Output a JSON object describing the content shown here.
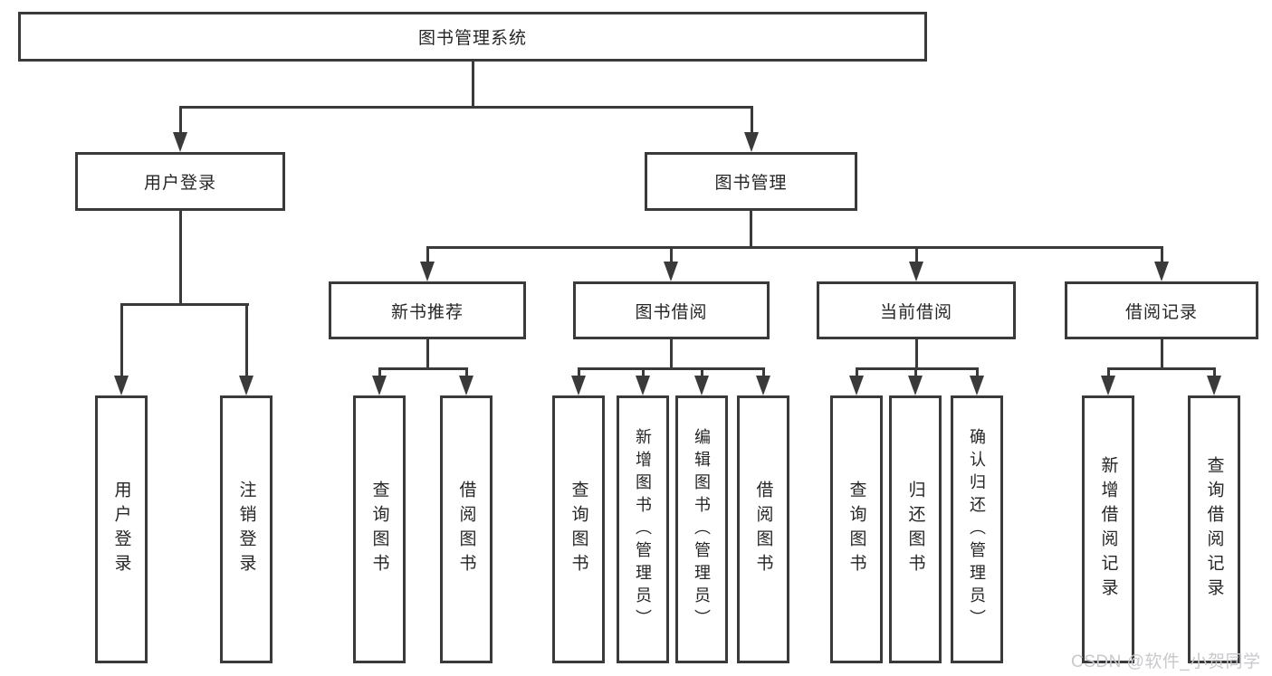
{
  "colors": {
    "line": "#3a3a3a",
    "text": "#262626",
    "background": "#ffffff",
    "watermark": "#c9c9cd"
  },
  "root": {
    "label": "图书管理系统"
  },
  "user_login": {
    "label": "用户登录",
    "children": [
      {
        "label": "用户登录"
      },
      {
        "label": "注销登录"
      }
    ]
  },
  "book_mgmt": {
    "label": "图书管理",
    "sections": [
      {
        "label": "新书推荐",
        "children": [
          {
            "label": "查询图书"
          },
          {
            "label": "借阅图书"
          }
        ]
      },
      {
        "label": "图书借阅",
        "children": [
          {
            "label": "查询图书"
          },
          {
            "label": "新增图书（管理员）"
          },
          {
            "label": "编辑图书（管理员）"
          },
          {
            "label": "借阅图书"
          }
        ]
      },
      {
        "label": "当前借阅",
        "children": [
          {
            "label": "查询图书"
          },
          {
            "label": "归还图书"
          },
          {
            "label": "确认归还（管理员）"
          }
        ]
      },
      {
        "label": "借阅记录",
        "children": [
          {
            "label": "新增借阅记录"
          },
          {
            "label": "查询借阅记录"
          }
        ]
      }
    ]
  },
  "watermark": {
    "text": "CSDN @软件_小贺同学"
  }
}
